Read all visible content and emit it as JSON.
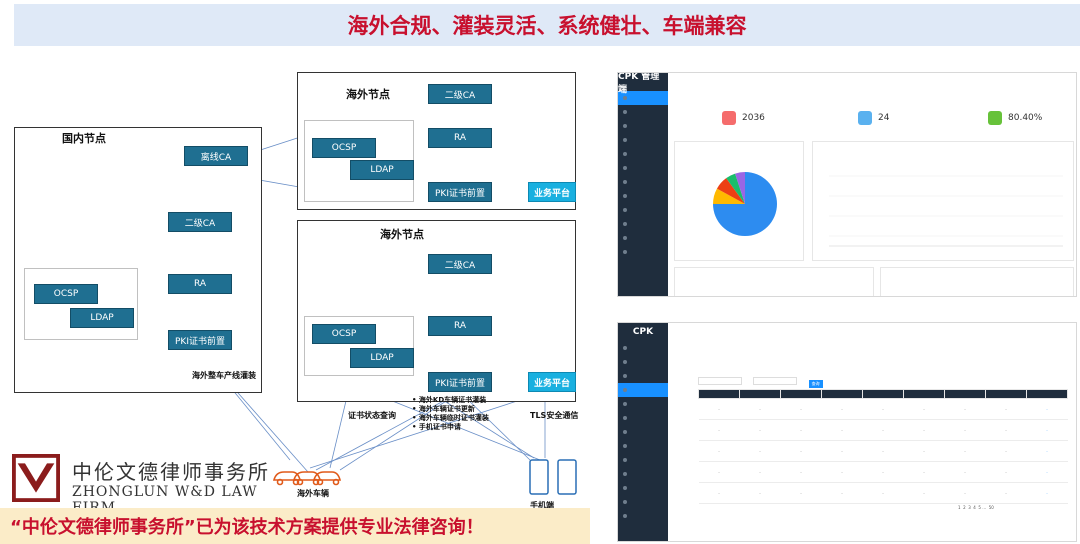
{
  "header": {
    "title": "海外合规、灌装灵活、系统健壮、车端兼容"
  },
  "diagram": {
    "domestic": {
      "title": "国内节点",
      "offline_ca": "离线CA",
      "sub_ca": "二级CA",
      "ocsp": "OCSP",
      "ldap": "LDAP",
      "ra": "RA",
      "pki_device": "PKI证书前置",
      "caption": "海外整车产线灌装"
    },
    "overseas1": {
      "title": "海外节点",
      "sub_ca": "二级CA",
      "ocsp": "OCSP",
      "ra": "RA",
      "ldap": "LDAP",
      "pki_device": "PKI证书前置",
      "biz_platform": "业务平台"
    },
    "overseas2": {
      "title": "海外节点",
      "sub_ca": "二级CA",
      "ocsp": "OCSP",
      "ra": "RA",
      "ldap": "LDAP",
      "pki_device": "PKI证书前置",
      "biz_platform": "业务平台"
    },
    "labels": {
      "cert_status": "证书状态查询",
      "tls": "TLS安全通信",
      "cars": "海外车辆",
      "phones": "手机端"
    },
    "bullets": [
      "海外KD车辆证书灌装",
      "海外车辆证书更新",
      "海外车辆临时证书灌装",
      "手机证书申请"
    ]
  },
  "logo": {
    "cn": "中伦文德律师事务所",
    "en": "ZHONGLUN W&D LAW FIRM"
  },
  "footer": {
    "text": "“中伦文德律师事务所”已为该技术方案提供专业法律咨询！"
  },
  "dashboard": {
    "brand": "CPK 管理端",
    "stats": [
      {
        "value": "2036",
        "color": "#f56c6c"
      },
      {
        "value": "24",
        "color": "#5ab1ef"
      },
      {
        "value": "80.40%",
        "color": "#67c23a"
      }
    ],
    "pie": {
      "values": [
        75,
        8,
        7,
        5,
        5
      ],
      "colors": [
        "#2d8cf0",
        "#ffb900",
        "#ed4014",
        "#19be6b",
        "#9a66e4"
      ]
    }
  },
  "table_panel": {
    "brand": "CPK",
    "search_button": "查询",
    "pagination": [
      "1",
      "2",
      "3",
      "4",
      "5",
      "50"
    ]
  }
}
